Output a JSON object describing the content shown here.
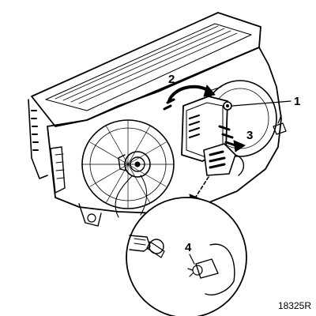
{
  "diagram": {
    "callouts": {
      "c1": "1",
      "c2": "2",
      "c3": "3",
      "c4": "4"
    },
    "reference_code": "18325R"
  }
}
